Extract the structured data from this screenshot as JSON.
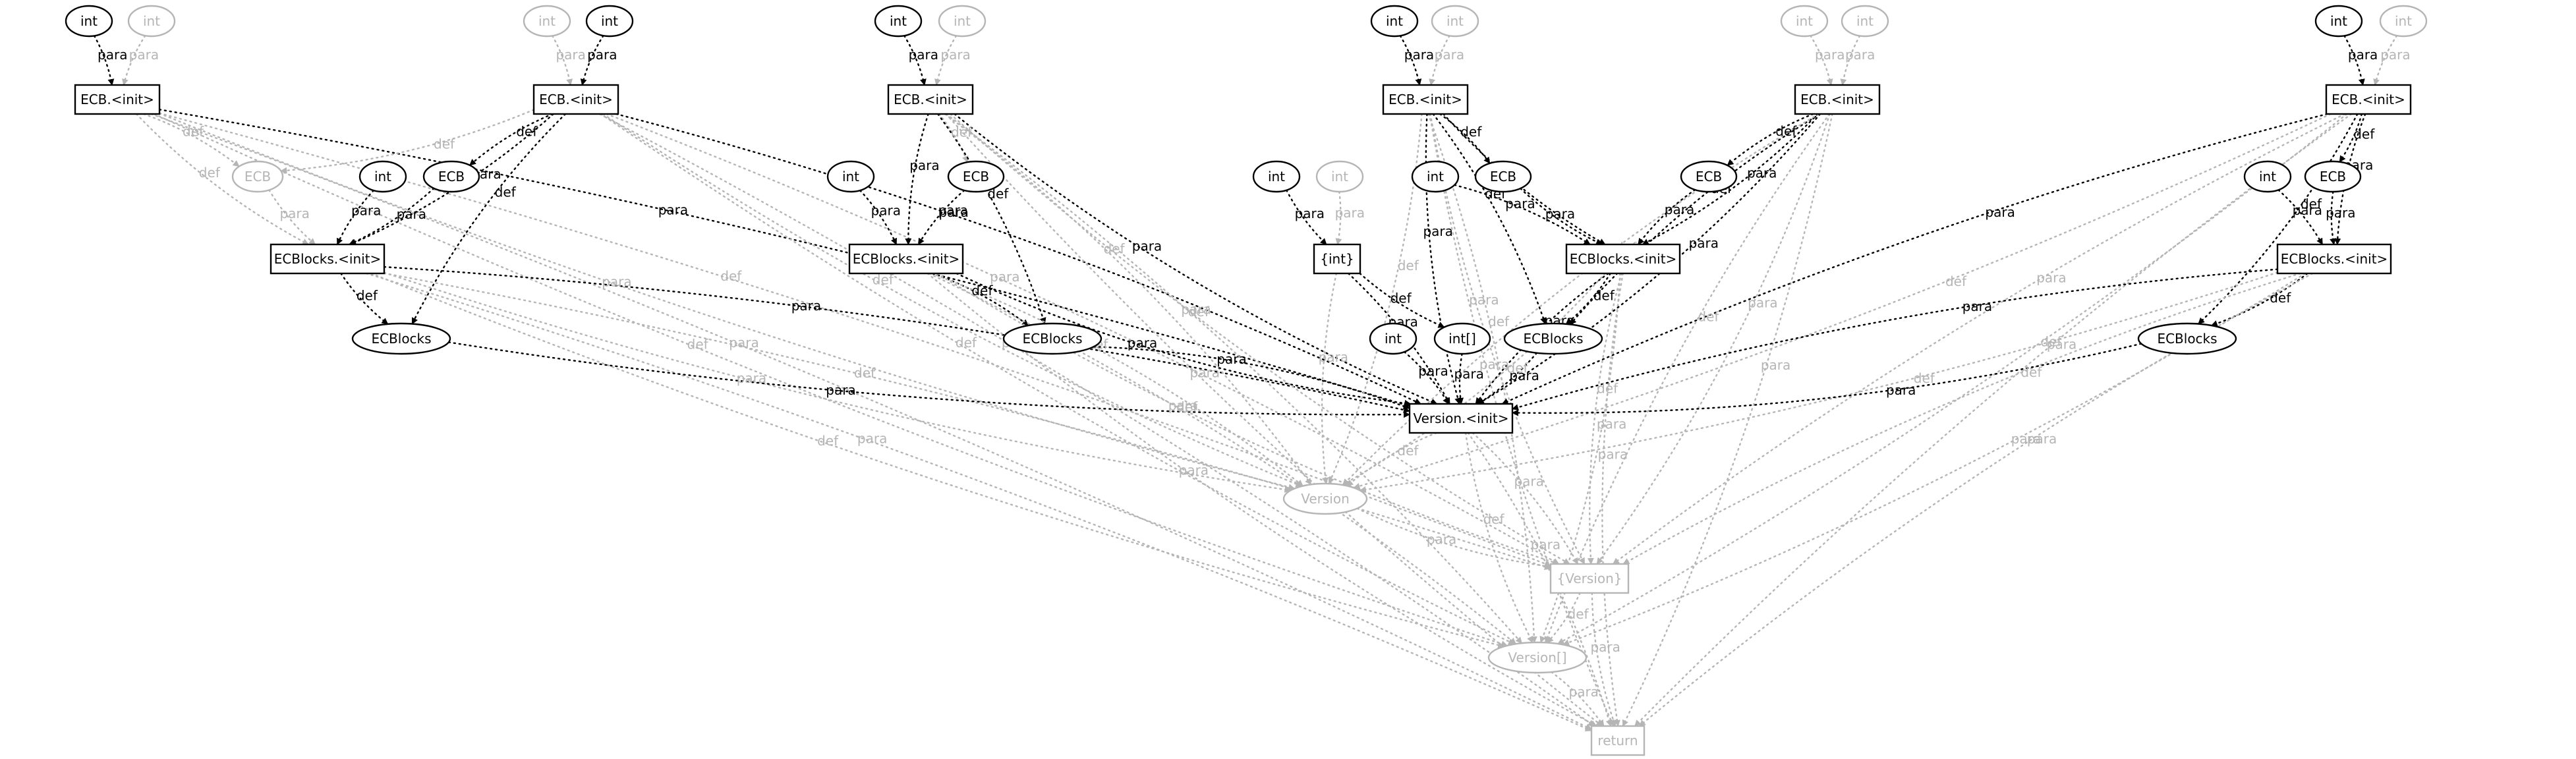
{
  "colors": {
    "active": "#000000",
    "inactive": "#b5b5b5"
  },
  "nodes": [
    {
      "id": "ecb_init_1",
      "label": "ECB.<init>",
      "shape": "box",
      "active": true
    },
    {
      "id": "int_1a",
      "label": "int",
      "shape": "ellipse",
      "active": true
    },
    {
      "id": "int_1b",
      "label": "int",
      "shape": "ellipse",
      "active": false
    },
    {
      "id": "ecb_init_2",
      "label": "ECB.<init>",
      "shape": "box",
      "active": true
    },
    {
      "id": "int_2a",
      "label": "int",
      "shape": "ellipse",
      "active": false
    },
    {
      "id": "int_2b",
      "label": "int",
      "shape": "ellipse",
      "active": true
    },
    {
      "id": "ecb_init_3",
      "label": "ECB.<init>",
      "shape": "box",
      "active": true
    },
    {
      "id": "int_3a",
      "label": "int",
      "shape": "ellipse",
      "active": true
    },
    {
      "id": "int_3b",
      "label": "int",
      "shape": "ellipse",
      "active": false
    },
    {
      "id": "ecb_init_4",
      "label": "ECB.<init>",
      "shape": "box",
      "active": true
    },
    {
      "id": "int_4a",
      "label": "int",
      "shape": "ellipse",
      "active": true
    },
    {
      "id": "int_4b",
      "label": "int",
      "shape": "ellipse",
      "active": false
    },
    {
      "id": "ecb_init_5",
      "label": "ECB.<init>",
      "shape": "box",
      "active": true
    },
    {
      "id": "int_5a",
      "label": "int",
      "shape": "ellipse",
      "active": false
    },
    {
      "id": "int_5b",
      "label": "int",
      "shape": "ellipse",
      "active": false
    },
    {
      "id": "ecb_init_6",
      "label": "ECB.<init>",
      "shape": "box",
      "active": true
    },
    {
      "id": "int_6a",
      "label": "int",
      "shape": "ellipse",
      "active": true
    },
    {
      "id": "int_6b",
      "label": "int",
      "shape": "ellipse",
      "active": false
    },
    {
      "id": "ecb_g1",
      "label": "ECB",
      "shape": "ellipse",
      "active": false
    },
    {
      "id": "int_b1",
      "label": "int",
      "shape": "ellipse",
      "active": true
    },
    {
      "id": "ecb_b1",
      "label": "ECB",
      "shape": "ellipse",
      "active": true
    },
    {
      "id": "ecblocks_init_1",
      "label": "ECBlocks.<init>",
      "shape": "box",
      "active": true
    },
    {
      "id": "ecblocks_1",
      "label": "ECBlocks",
      "shape": "ellipse",
      "active": true
    },
    {
      "id": "int_b2",
      "label": "int",
      "shape": "ellipse",
      "active": true
    },
    {
      "id": "ecb_b2",
      "label": "ECB",
      "shape": "ellipse",
      "active": true
    },
    {
      "id": "ecblocks_init_2",
      "label": "ECBlocks.<init>",
      "shape": "box",
      "active": true
    },
    {
      "id": "ecblocks_2",
      "label": "ECBlocks",
      "shape": "ellipse",
      "active": true
    },
    {
      "id": "int_c1",
      "label": "int",
      "shape": "ellipse",
      "active": true
    },
    {
      "id": "int_c2",
      "label": "int",
      "shape": "ellipse",
      "active": false
    },
    {
      "id": "intarr_init",
      "label": "{int}",
      "shape": "box",
      "active": true
    },
    {
      "id": "intarr",
      "label": "int[]",
      "shape": "ellipse",
      "active": true
    },
    {
      "id": "int_c3",
      "label": "int",
      "shape": "ellipse",
      "active": true
    },
    {
      "id": "int_b3",
      "label": "int",
      "shape": "ellipse",
      "active": true
    },
    {
      "id": "ecb_b3",
      "label": "ECB",
      "shape": "ellipse",
      "active": true
    },
    {
      "id": "ecblocks_init_3",
      "label": "ECBlocks.<init>",
      "shape": "box",
      "active": true
    },
    {
      "id": "ecblocks_3",
      "label": "ECBlocks",
      "shape": "ellipse",
      "active": true
    },
    {
      "id": "ecb_b4",
      "label": "ECB",
      "shape": "ellipse",
      "active": true
    },
    {
      "id": "int_b4",
      "label": "int",
      "shape": "ellipse",
      "active": true
    },
    {
      "id": "ecb_b5",
      "label": "ECB",
      "shape": "ellipse",
      "active": true
    },
    {
      "id": "ecblocks_init_4",
      "label": "ECBlocks.<init>",
      "shape": "box",
      "active": true
    },
    {
      "id": "ecblocks_4",
      "label": "ECBlocks",
      "shape": "ellipse",
      "active": true
    },
    {
      "id": "version_init",
      "label": "Version.<init>",
      "shape": "box",
      "active": true
    },
    {
      "id": "version",
      "label": "Version",
      "shape": "ellipse",
      "active": false
    },
    {
      "id": "version_set",
      "label": "{Version}",
      "shape": "box",
      "active": false
    },
    {
      "id": "version_arr",
      "label": "Version[]",
      "shape": "ellipse",
      "active": false
    },
    {
      "id": "return",
      "label": "return",
      "shape": "box",
      "active": false
    }
  ],
  "edges": [
    {
      "from": "int_1a",
      "to": "ecb_init_1",
      "label": "para",
      "active": true
    },
    {
      "from": "int_1b",
      "to": "ecb_init_1",
      "label": "para",
      "active": false
    },
    {
      "from": "int_2a",
      "to": "ecb_init_2",
      "label": "para",
      "active": false
    },
    {
      "from": "int_2b",
      "to": "ecb_init_2",
      "label": "para",
      "active": true
    },
    {
      "from": "int_3a",
      "to": "ecb_init_3",
      "label": "para",
      "active": true
    },
    {
      "from": "int_3b",
      "to": "ecb_init_3",
      "label": "para",
      "active": false
    },
    {
      "from": "int_4a",
      "to": "ecb_init_4",
      "label": "para",
      "active": true
    },
    {
      "from": "int_4b",
      "to": "ecb_init_4",
      "label": "para",
      "active": false
    },
    {
      "from": "int_5a",
      "to": "ecb_init_5",
      "label": "para",
      "active": false
    },
    {
      "from": "int_5b",
      "to": "ecb_init_5",
      "label": "para",
      "active": false
    },
    {
      "from": "int_6a",
      "to": "ecb_init_6",
      "label": "para",
      "active": true
    },
    {
      "from": "int_6b",
      "to": "ecb_init_6",
      "label": "para",
      "active": false
    },
    {
      "from": "ecb_init_1",
      "to": "ecb_g1",
      "label": "def",
      "active": false
    },
    {
      "from": "ecb_init_1",
      "to": "ecblocks_init_1",
      "label": "def",
      "active": false
    },
    {
      "from": "ecb_init_1",
      "to": "version_init",
      "label": "para",
      "active": true
    },
    {
      "from": "ecb_init_1",
      "to": "version",
      "label": "para",
      "active": false
    },
    {
      "from": "ecb_init_1",
      "to": "version_set",
      "label": "def",
      "active": false
    },
    {
      "from": "ecb_init_1",
      "to": "version_arr",
      "label": "def",
      "active": false
    },
    {
      "from": "ecb_init_1",
      "to": "return",
      "label": "para",
      "active": false
    },
    {
      "from": "ecb_g1",
      "to": "ecblocks_init_1",
      "label": "para",
      "active": false
    },
    {
      "from": "ecb_init_2",
      "to": "ecb_g1",
      "label": "def",
      "active": false
    },
    {
      "from": "ecb_init_2",
      "to": "ecb_b1",
      "label": "def",
      "active": true
    },
    {
      "from": "ecb_init_2",
      "to": "ecblocks_init_1",
      "label": "para",
      "active": true
    },
    {
      "from": "ecb_init_2",
      "to": "ecblocks_1",
      "label": "def",
      "active": true
    },
    {
      "from": "ecb_init_2",
      "to": "version_init",
      "label": "para",
      "active": true
    },
    {
      "from": "ecb_init_2",
      "to": "version",
      "label": "def",
      "active": false
    },
    {
      "from": "ecb_init_2",
      "to": "version_set",
      "label": "para",
      "active": false
    },
    {
      "from": "ecb_init_2",
      "to": "version_arr",
      "label": "def",
      "active": false
    },
    {
      "from": "ecb_init_2",
      "to": "return",
      "label": "para",
      "active": false
    },
    {
      "from": "int_b1",
      "to": "ecblocks_init_1",
      "label": "para",
      "active": true
    },
    {
      "from": "ecb_b1",
      "to": "ecblocks_init_1",
      "label": "para",
      "active": true
    },
    {
      "from": "ecblocks_init_1",
      "to": "ecblocks_1",
      "label": "def",
      "active": true
    },
    {
      "from": "ecblocks_init_1",
      "to": "version_init",
      "label": "para",
      "active": true
    },
    {
      "from": "ecblocks_init_1",
      "to": "version",
      "label": "para",
      "active": false
    },
    {
      "from": "ecblocks_init_1",
      "to": "version_set",
      "label": "def",
      "active": false
    },
    {
      "from": "ecblocks_init_1",
      "to": "version_arr",
      "label": "def",
      "active": false
    },
    {
      "from": "ecblocks_init_1",
      "to": "return",
      "label": "para",
      "active": false
    },
    {
      "from": "ecblocks_1",
      "to": "version_init",
      "label": "para",
      "active": true
    },
    {
      "from": "ecb_init_3",
      "to": "ecb_b2",
      "label": "def",
      "active": false
    },
    {
      "from": "ecb_init_3",
      "to": "ecblocks_init_2",
      "label": "para",
      "active": true
    },
    {
      "from": "ecb_init_3",
      "to": "ecblocks_2",
      "label": "def",
      "active": true
    },
    {
      "from": "ecb_init_3",
      "to": "version_init",
      "label": "para",
      "active": true
    },
    {
      "from": "ecb_init_3",
      "to": "version",
      "label": "def",
      "active": false
    },
    {
      "from": "ecb_init_3",
      "to": "version_set",
      "label": "para",
      "active": false
    },
    {
      "from": "ecb_init_3",
      "to": "version_arr",
      "label": "def",
      "active": false
    },
    {
      "from": "ecb_init_3",
      "to": "return",
      "label": "para",
      "active": false
    },
    {
      "from": "int_b2",
      "to": "ecblocks_init_2",
      "label": "para",
      "active": true
    },
    {
      "from": "ecb_b2",
      "to": "ecblocks_init_2",
      "label": "para",
      "active": true
    },
    {
      "from": "ecblocks_init_2",
      "to": "ecblocks_2",
      "label": "def",
      "active": true
    },
    {
      "from": "ecblocks_init_2",
      "to": "version_init",
      "label": "para",
      "active": true
    },
    {
      "from": "ecblocks_init_2",
      "to": "version",
      "label": "def",
      "active": false
    },
    {
      "from": "ecblocks_init_2",
      "to": "version_set",
      "label": "def",
      "active": false
    },
    {
      "from": "ecblocks_init_2",
      "to": "version_arr",
      "label": "para",
      "active": false
    },
    {
      "from": "ecblocks_init_2",
      "to": "return",
      "label": "para",
      "active": false
    },
    {
      "from": "ecblocks_2",
      "to": "version_init",
      "label": "para",
      "active": true
    },
    {
      "from": "int_c1",
      "to": "intarr_init",
      "label": "para",
      "active": true
    },
    {
      "from": "int_c2",
      "to": "intarr_init",
      "label": "para",
      "active": false
    },
    {
      "from": "intarr_init",
      "to": "intarr",
      "label": "def",
      "active": true
    },
    {
      "from": "intarr_init",
      "to": "version_init",
      "label": "para",
      "active": true
    },
    {
      "from": "intarr_init",
      "to": "version",
      "label": "para",
      "active": false
    },
    {
      "from": "int_c3",
      "to": "version_init",
      "label": "para",
      "active": true
    },
    {
      "from": "intarr",
      "to": "version_init",
      "label": "para",
      "active": true
    },
    {
      "from": "ecb_init_4",
      "to": "ecb_b3",
      "label": "def",
      "active": true
    },
    {
      "from": "ecb_init_4",
      "to": "ecblocks_init_3",
      "label": "para",
      "active": true
    },
    {
      "from": "ecb_init_4",
      "to": "ecblocks_3",
      "label": "def",
      "active": true
    },
    {
      "from": "ecb_init_4",
      "to": "version_init",
      "label": "para",
      "active": true
    },
    {
      "from": "ecb_init_4",
      "to": "version",
      "label": "def",
      "active": false
    },
    {
      "from": "ecb_init_4",
      "to": "version_set",
      "label": "para",
      "active": false
    },
    {
      "from": "ecb_init_4",
      "to": "version_arr",
      "label": "def",
      "active": false
    },
    {
      "from": "ecb_init_4",
      "to": "return",
      "label": "para",
      "active": false
    },
    {
      "from": "int_b3",
      "to": "ecblocks_init_3",
      "label": "para",
      "active": true
    },
    {
      "from": "ecb_b3",
      "to": "ecblocks_init_3",
      "label": "para",
      "active": true
    },
    {
      "from": "ecblocks_init_3",
      "to": "ecblocks_3",
      "label": "def",
      "active": true
    },
    {
      "from": "ecblocks_init_3",
      "to": "version_init",
      "label": "para",
      "active": true
    },
    {
      "from": "ecblocks_init_3",
      "to": "version",
      "label": "def",
      "active": false
    },
    {
      "from": "ecblocks_init_3",
      "to": "version_set",
      "label": "def",
      "active": false
    },
    {
      "from": "ecblocks_init_3",
      "to": "version_arr",
      "label": "para",
      "active": false
    },
    {
      "from": "ecblocks_init_3",
      "to": "return",
      "label": "para",
      "active": false
    },
    {
      "from": "ecblocks_3",
      "to": "version_init",
      "label": "para",
      "active": true
    },
    {
      "from": "ecb_init_5",
      "to": "ecb_b4",
      "label": "def",
      "active": true
    },
    {
      "from": "ecb_init_5",
      "to": "ecblocks_init_3",
      "label": "para",
      "active": true
    },
    {
      "from": "ecb_init_5",
      "to": "ecblocks_3",
      "label": "def",
      "active": true
    },
    {
      "from": "ecb_init_5",
      "to": "version_init",
      "label": "para",
      "active": true
    },
    {
      "from": "ecb_init_5",
      "to": "version",
      "label": "def",
      "active": false
    },
    {
      "from": "ecb_init_5",
      "to": "version_set",
      "label": "para",
      "active": false
    },
    {
      "from": "ecb_init_5",
      "to": "version_arr",
      "label": "def",
      "active": false
    },
    {
      "from": "ecb_init_5",
      "to": "return",
      "label": "para",
      "active": false
    },
    {
      "from": "ecb_b4",
      "to": "ecblocks_init_3",
      "label": "para",
      "active": true
    },
    {
      "from": "ecb_init_6",
      "to": "ecb_b5",
      "label": "def",
      "active": true
    },
    {
      "from": "ecb_init_6",
      "to": "ecblocks_init_4",
      "label": "para",
      "active": true
    },
    {
      "from": "ecb_init_6",
      "to": "ecblocks_4",
      "label": "def",
      "active": true
    },
    {
      "from": "ecb_init_6",
      "to": "version_init",
      "label": "para",
      "active": true
    },
    {
      "from": "ecb_init_6",
      "to": "version",
      "label": "def",
      "active": false
    },
    {
      "from": "ecb_init_6",
      "to": "version_set",
      "label": "para",
      "active": false
    },
    {
      "from": "ecb_init_6",
      "to": "version_arr",
      "label": "def",
      "active": false
    },
    {
      "from": "ecb_init_6",
      "to": "return",
      "label": "para",
      "active": false
    },
    {
      "from": "int_b4",
      "to": "ecblocks_init_4",
      "label": "para",
      "active": true
    },
    {
      "from": "ecb_b5",
      "to": "ecblocks_init_4",
      "label": "para",
      "active": true
    },
    {
      "from": "ecblocks_init_4",
      "to": "ecblocks_4",
      "label": "def",
      "active": true
    },
    {
      "from": "ecblocks_init_4",
      "to": "version_init",
      "label": "para",
      "active": true
    },
    {
      "from": "ecblocks_init_4",
      "to": "version",
      "label": "def",
      "active": false
    },
    {
      "from": "ecblocks_init_4",
      "to": "version_set",
      "label": "def",
      "active": false
    },
    {
      "from": "ecblocks_init_4",
      "to": "version_arr",
      "label": "para",
      "active": false
    },
    {
      "from": "ecblocks_init_4",
      "to": "return",
      "label": "para",
      "active": false
    },
    {
      "from": "ecblocks_4",
      "to": "version_init",
      "label": "para",
      "active": true
    },
    {
      "from": "version_init",
      "to": "version",
      "label": "def",
      "active": false
    },
    {
      "from": "version_init",
      "to": "version_set",
      "label": "para",
      "active": false
    },
    {
      "from": "version_init",
      "to": "version_arr",
      "label": "def",
      "active": false
    },
    {
      "from": "version_init",
      "to": "return",
      "label": "para",
      "active": false
    },
    {
      "from": "version",
      "to": "version_set",
      "label": "para",
      "active": false
    },
    {
      "from": "version_set",
      "to": "version_arr",
      "label": "def",
      "active": false
    },
    {
      "from": "version_set",
      "to": "return",
      "label": "para",
      "active": false
    },
    {
      "from": "version_arr",
      "to": "return",
      "label": "para",
      "active": false
    }
  ]
}
